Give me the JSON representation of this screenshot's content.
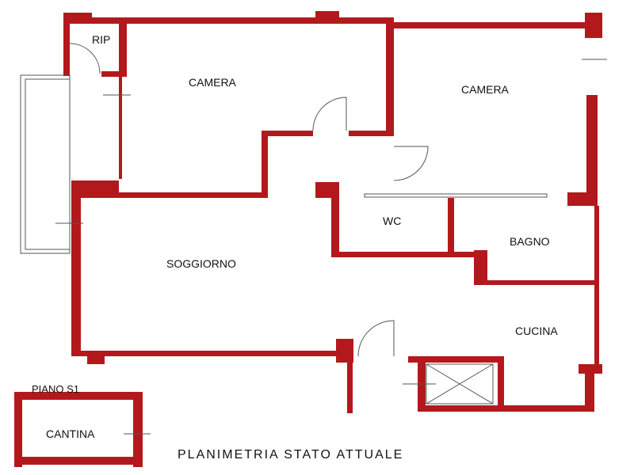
{
  "rooms": {
    "rip": "RIP",
    "camera1": "CAMERA",
    "camera2": "CAMERA",
    "wc": "WC",
    "bagno": "BAGNO",
    "soggiorno": "SOGGIORNO",
    "cucina": "CUCINA",
    "cantina": "CANTINA"
  },
  "floor_label": "PIANO S1",
  "title": "PLANIMETRIA STATO ATTUALE",
  "colors": {
    "wall": "#b3191c"
  }
}
